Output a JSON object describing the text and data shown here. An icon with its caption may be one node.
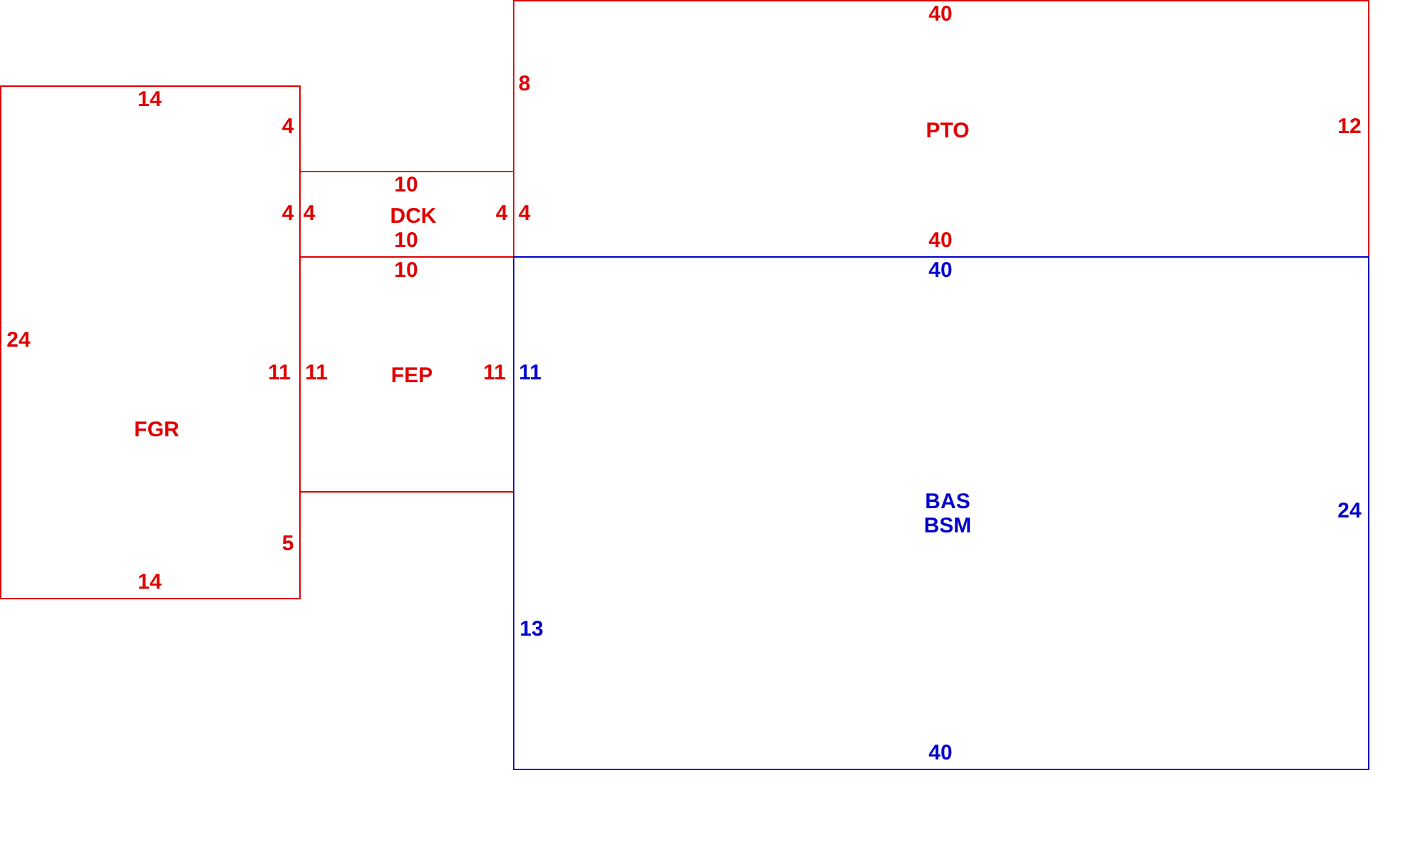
{
  "diagram": {
    "nodes": [
      {
        "text": [
          "FGR"
        ]
      },
      {
        "text": [
          "DCK"
        ]
      },
      {
        "text": [
          "FEP"
        ]
      },
      {
        "text": [
          "PTO"
        ]
      },
      {
        "text": [
          "BAS",
          "BSM"
        ]
      }
    ],
    "labels": [
      "40",
      "8",
      "14",
      "4",
      "12",
      "10",
      "4",
      "4",
      "4",
      "4",
      "10",
      "40",
      "10",
      "40",
      "24",
      "11",
      "11",
      "11",
      "11",
      "24",
      "5",
      "14",
      "13",
      "40"
    ]
  }
}
